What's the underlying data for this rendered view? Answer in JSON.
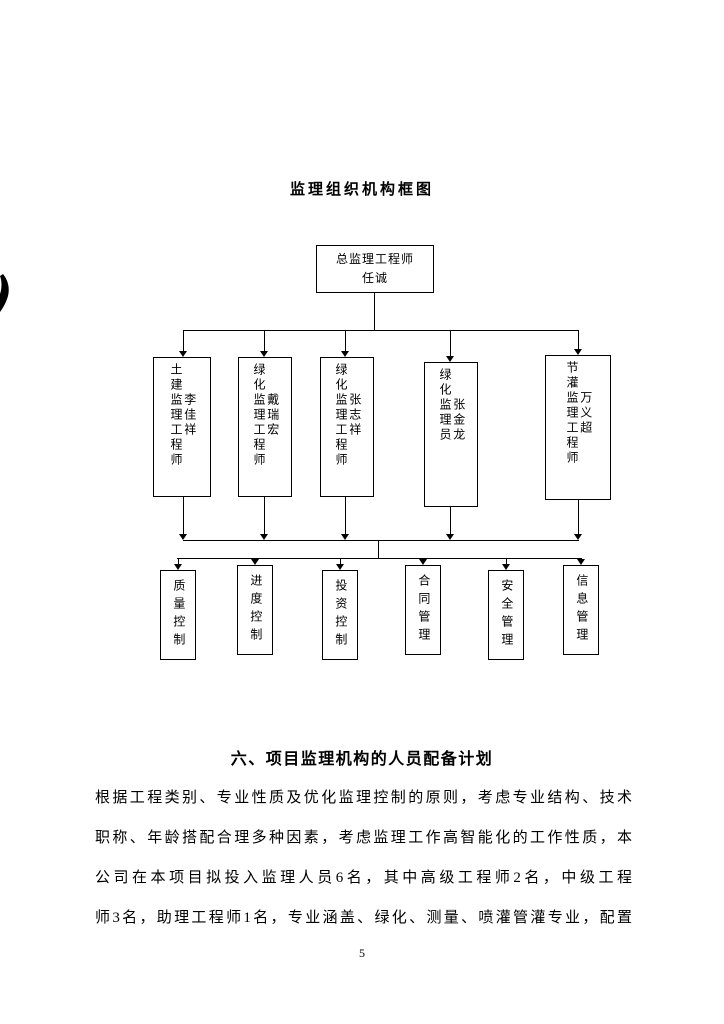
{
  "page": {
    "page_number": "5"
  },
  "diagram": {
    "title": "监理组织机构框图",
    "top_box": {
      "role": "总监理工程师",
      "name": "任诚"
    },
    "middle_boxes": [
      {
        "role": "土建监理工程师",
        "name": "李佳祥"
      },
      {
        "role": "绿化监理工程师",
        "name": "戴瑞宏"
      },
      {
        "role": "绿化监理工程师",
        "name": "张志祥"
      },
      {
        "role": "绿化监理员",
        "name": "张金龙"
      },
      {
        "role": "节灌监理工程师",
        "name": "万义超"
      }
    ],
    "bottom_boxes": [
      {
        "label": "质量控制"
      },
      {
        "label": "进度控制"
      },
      {
        "label": "投资控制"
      },
      {
        "label": "合同管理"
      },
      {
        "label": "安全管理"
      },
      {
        "label": "信息管理"
      }
    ]
  },
  "section": {
    "heading": "六、项目监理机构的人员配备计划",
    "paragraph_lines": [
      "根据工程类别、专业性质及优化监理控制的原则，考虑专业结构、技术",
      "职称、年龄搭配合理多种因素，考虑监理工作高智能化的工作性质，本",
      "公司在本项目拟投入监理人员6名，其中高级工程师2名，中级工程",
      "师3名，助理工程师1名，专业涵盖、绿化、测量、喷灌管灌专业，配置"
    ]
  }
}
